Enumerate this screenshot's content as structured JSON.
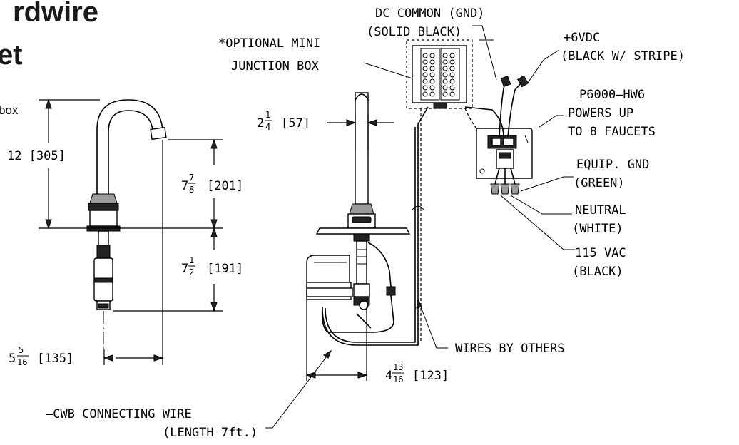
{
  "title": {
    "line1": "rdwire",
    "line2": "et",
    "line3": "box"
  },
  "dimensions": {
    "overall_height": "12 [305]",
    "spout_height": {
      "whole": "7",
      "num": "7",
      "den": "8",
      "metric": "[201]"
    },
    "lower_height": {
      "whole": "7",
      "num": "1",
      "den": "2",
      "metric": "[191]"
    },
    "reach": {
      "whole": "5",
      "num": "5",
      "den": "16",
      "metric": "[135]"
    },
    "spout_width": {
      "whole": "2",
      "num": "1",
      "den": "4",
      "metric": "[57]"
    },
    "box_offset": {
      "whole": "4",
      "num": "13",
      "den": "16",
      "metric": "[123]"
    }
  },
  "labels": {
    "dc_common_1": "DC COMMON (GND)",
    "dc_common_2": "(SOLID BLACK)",
    "junction_1": "*OPTIONAL MINI",
    "junction_2": "JUNCTION BOX",
    "plus6_1": "+6VDC",
    "plus6_2": "(BLACK W/ STRIPE)",
    "p6000_1": "P6000–HW6",
    "p6000_2": "POWERS UP",
    "p6000_3": "TO 8 FAUCETS",
    "equip_1": "EQUIP. GND",
    "equip_2": "(GREEN)",
    "neutral_1": "NEUTRAL",
    "neutral_2": "(WHITE)",
    "vac_1": "115 VAC",
    "vac_2": "(BLACK)",
    "wires": "WIRES BY OTHERS",
    "cwb_1": "–CWB CONNECTING WIRE",
    "cwb_2": "(LENGTH 7ft.)"
  }
}
